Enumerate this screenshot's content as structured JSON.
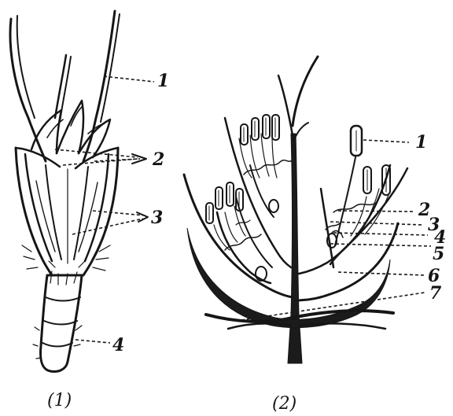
{
  "figure": {
    "panels": [
      {
        "caption": "(1)",
        "labels": [
          "1",
          "2",
          "3",
          "4"
        ]
      },
      {
        "caption": "(2)",
        "labels": [
          "1",
          "2",
          "3",
          "4",
          "5",
          "6",
          "7"
        ]
      }
    ]
  }
}
